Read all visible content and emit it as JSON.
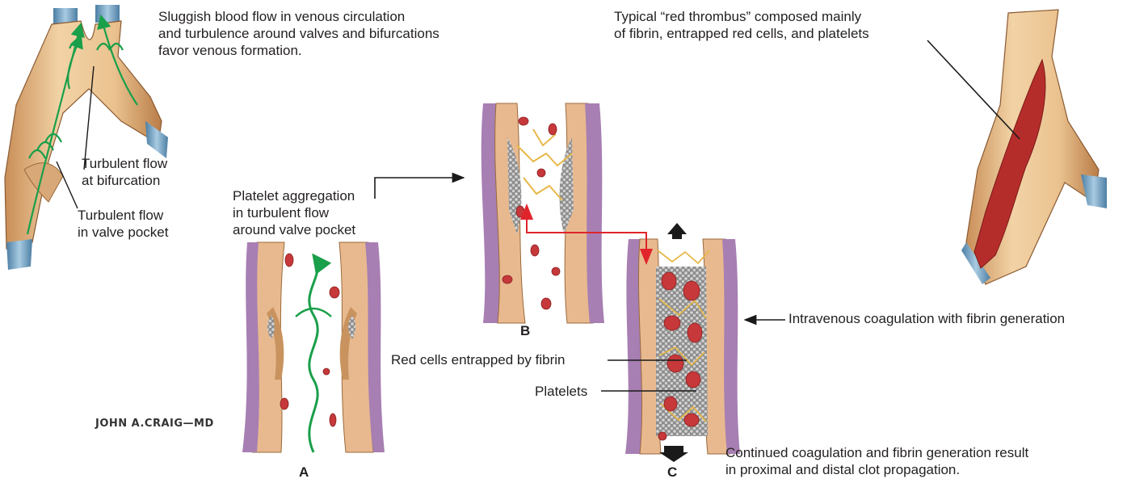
{
  "labels": {
    "sluggish": [
      "Sluggish blood flow in venous circulation",
      "and turbulence around valves and bifurcations",
      "favor venous formation."
    ],
    "red_thrombus": [
      "Typical “red thrombus” composed mainly",
      "of fibrin, entrapped red cells, and platelets"
    ],
    "turbulent_bifurcation": [
      "Turbulent flow",
      "at bifurcation"
    ],
    "turbulent_valve": [
      "Turbulent flow",
      "in valve pocket"
    ],
    "platelet_aggregation": [
      "Platelet aggregation",
      "in turbulent flow",
      "around valve pocket"
    ],
    "intravenous": "Intravenous coagulation with fibrin generation",
    "red_cells": "Red cells entrapped by fibrin",
    "platelets": "Platelets",
    "continued": [
      "Continued coagulation and fibrin generation result",
      "in proximal and distal clot propagation."
    ]
  },
  "panels": {
    "a": "A",
    "b": "B",
    "c": "C"
  },
  "signature": "JOHN A.CRAIG—MD",
  "colors": {
    "vein_wall": "#e8b98f",
    "vein_inner": "#f3d7b0",
    "vein_shadow": "#c9935f",
    "muscle": "#a77fb3",
    "flow_arrow": "#1a9f4a",
    "red_cell": "#c6383a",
    "fibrin": "#e7b84a",
    "platelet": "#a9a9a9",
    "thrombus": "#b52d2b",
    "pointer_red": "#e0242b",
    "blue_cuff": "#6f9fc0"
  }
}
